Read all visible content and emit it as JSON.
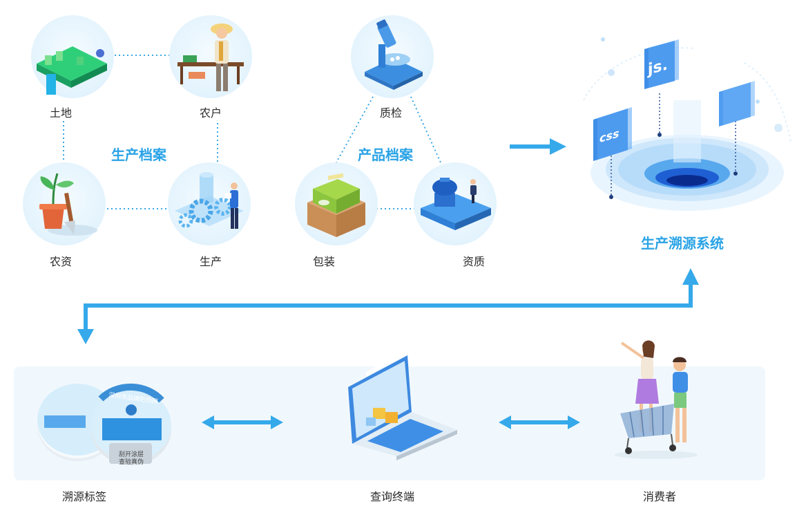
{
  "production_archive": {
    "title": "生产档案",
    "nodes": {
      "land": "土地",
      "farmer": "农户",
      "materials": "农资",
      "production": "生产"
    }
  },
  "product_archive": {
    "title": "产品档案",
    "nodes": {
      "inspection": "质检",
      "packaging": "包装",
      "qualification": "资质"
    }
  },
  "system": {
    "title": "生产溯源系统",
    "icons": [
      "js.",
      "css",
      "image-icon"
    ]
  },
  "bottom": {
    "trace_label": {
      "label": "溯源标签",
      "label_text": [
        "深圳市品牌防伪网",
        "刮开涂层",
        "查验真伪"
      ]
    },
    "query_terminal": {
      "label": "查询终端"
    },
    "consumer": {
      "label": "消费者"
    }
  },
  "colors": {
    "accent": "#2aa3e6",
    "arrow": "#35a9ea",
    "panel": "#f1f8fd",
    "circle": "#e3f3fd"
  }
}
